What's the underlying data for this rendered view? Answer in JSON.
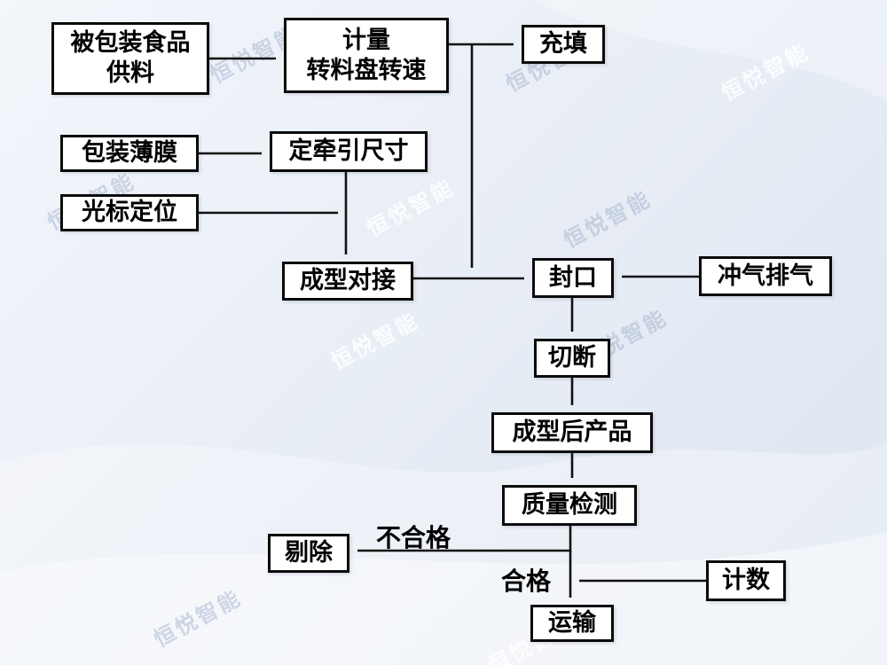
{
  "watermark": {
    "text": "恒悦智能"
  },
  "colors": {
    "box_border": "#0a0a0a",
    "box_bg": "#ffffff",
    "line": "#111111"
  },
  "nodes": {
    "supply": {
      "lines": [
        "被包装食品",
        "供料"
      ]
    },
    "metering": {
      "lines": [
        "计量",
        "转料盘转速"
      ]
    },
    "filling": {
      "label": "充填"
    },
    "film": {
      "label": "包装薄膜"
    },
    "traction": {
      "label": "定牵引尺寸"
    },
    "cursor": {
      "label": "光标定位"
    },
    "forming": {
      "label": "成型对接"
    },
    "sealing": {
      "label": "封口"
    },
    "gas": {
      "label": "冲气排气"
    },
    "cutting": {
      "label": "切断"
    },
    "product": {
      "label": "成型后产品"
    },
    "inspection": {
      "label": "质量检测"
    },
    "reject": {
      "label": "剔除"
    },
    "counting": {
      "label": "计数"
    },
    "transport": {
      "label": "运输"
    }
  },
  "edge_labels": {
    "fail": "不合格",
    "pass": "合格"
  }
}
